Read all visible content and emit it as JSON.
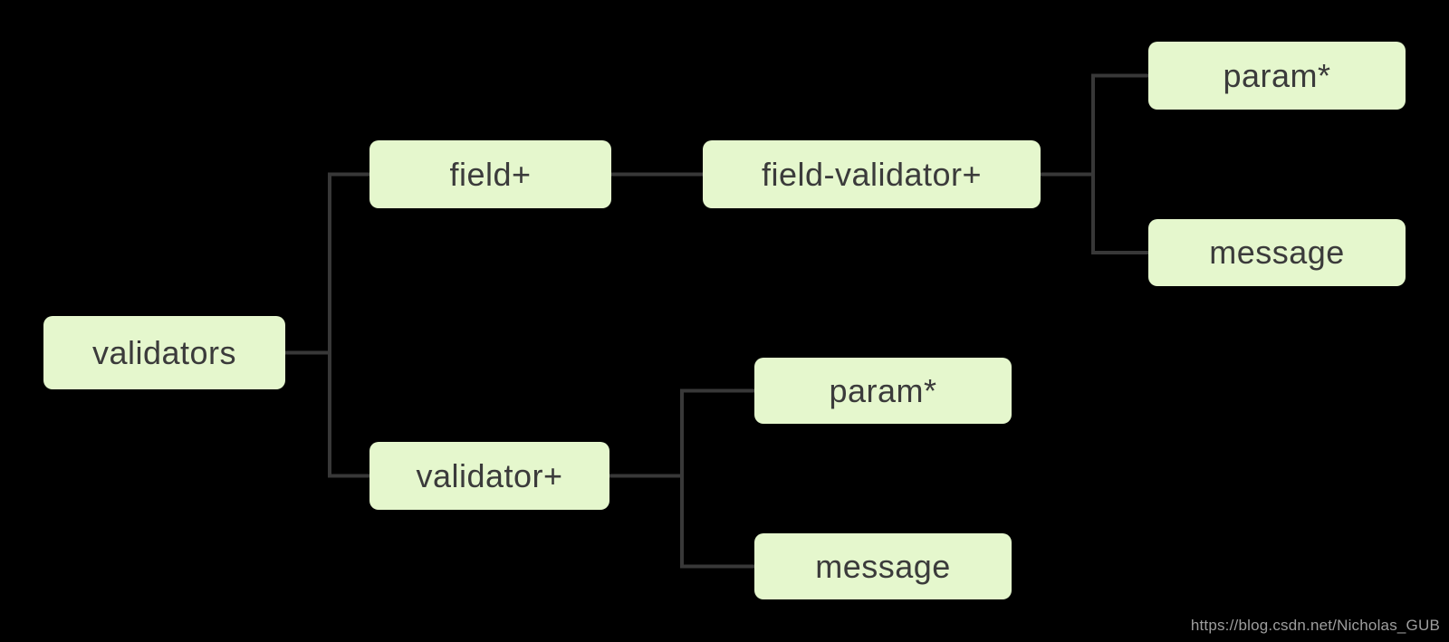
{
  "diagram": {
    "type": "tree",
    "nodes": {
      "validators": {
        "label": "validators"
      },
      "field": {
        "label": "field+"
      },
      "field_validator": {
        "label": "field-validator+"
      },
      "fv_param": {
        "label": "param*"
      },
      "fv_message": {
        "label": "message"
      },
      "validator": {
        "label": "validator+"
      },
      "v_param": {
        "label": "param*"
      },
      "v_message": {
        "label": "message"
      }
    },
    "edges": [
      {
        "from": "validators",
        "to": "field"
      },
      {
        "from": "validators",
        "to": "validator"
      },
      {
        "from": "field",
        "to": "field_validator"
      },
      {
        "from": "field_validator",
        "to": "fv_param"
      },
      {
        "from": "field_validator",
        "to": "fv_message"
      },
      {
        "from": "validator",
        "to": "v_param"
      },
      {
        "from": "validator",
        "to": "v_message"
      }
    ],
    "colors": {
      "background": "#000000",
      "node_fill": "#e5f7cd",
      "node_text": "#3b3b3b",
      "connector": "#383838",
      "watermark_text": "#9e9e9e"
    }
  },
  "watermark": {
    "text": "https://blog.csdn.net/Nicholas_GUB"
  }
}
